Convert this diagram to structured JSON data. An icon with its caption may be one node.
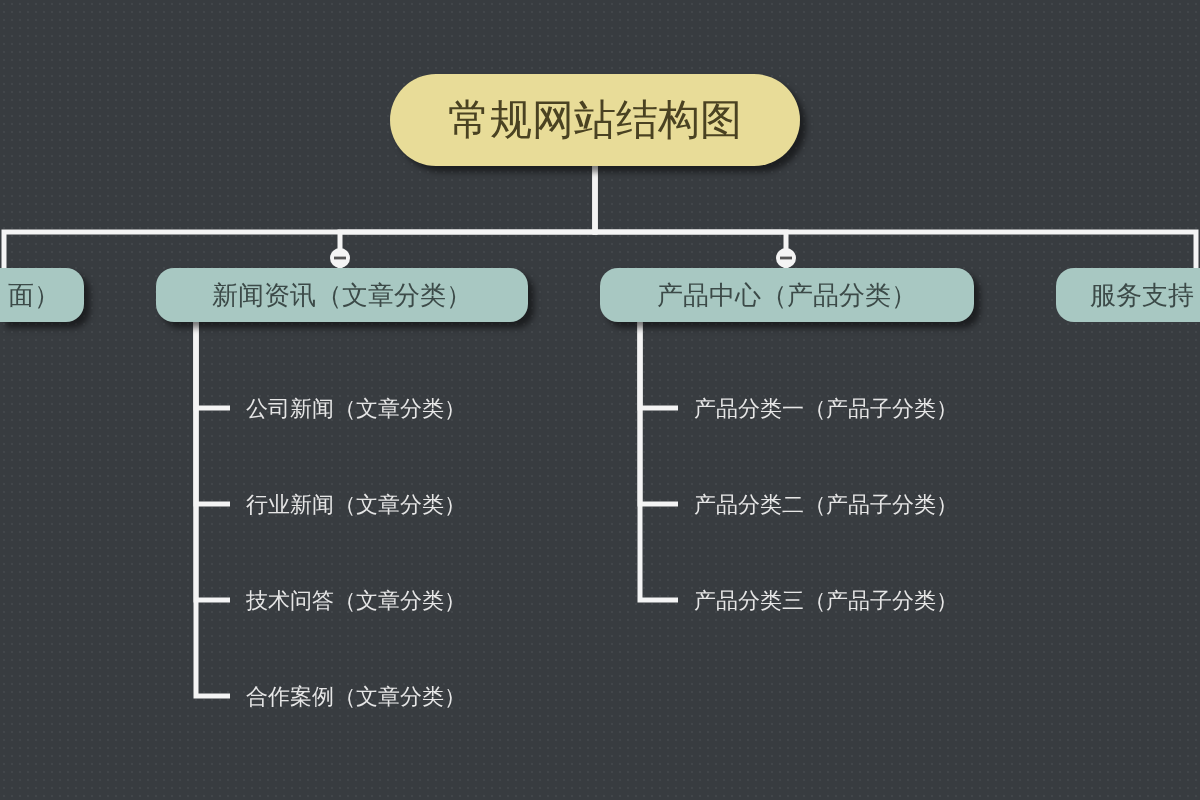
{
  "diagram": {
    "nodes": [
      {
        "text": [
          "常规网站结构图"
        ]
      },
      {
        "text": [
          "面）"
        ]
      },
      {
        "text": [
          "新闻资讯（文章分类）"
        ]
      },
      {
        "text": [
          "产品中心（产品分类）"
        ]
      },
      {
        "text": [
          "服务支持"
        ]
      },
      {
        "text": [
          "公司新闻（文章分类）"
        ]
      },
      {
        "text": [
          "行业新闻（文章分类）"
        ]
      },
      {
        "text": [
          "技术问答（文章分类）"
        ]
      },
      {
        "text": [
          "合作案例（文章分类）"
        ]
      },
      {
        "text": [
          "产品分类一（产品子分类）"
        ]
      },
      {
        "text": [
          "产品分类二（产品子分类）"
        ]
      },
      {
        "text": [
          "产品分类三（产品子分类）"
        ]
      }
    ],
    "edges": [
      {
        "from": 0,
        "to": 1,
        "arrow": "none"
      },
      {
        "from": 0,
        "to": 2,
        "arrow": "other"
      },
      {
        "from": 0,
        "to": 3,
        "arrow": "other"
      },
      {
        "from": 0,
        "to": 4,
        "arrow": "none"
      },
      {
        "from": 2,
        "to": 5,
        "arrow": "none"
      },
      {
        "from": 2,
        "to": 6,
        "arrow": "none"
      },
      {
        "from": 2,
        "to": 7,
        "arrow": "none"
      },
      {
        "from": 2,
        "to": 8,
        "arrow": "none"
      },
      {
        "from": 3,
        "to": 9,
        "arrow": "none"
      },
      {
        "from": 3,
        "to": 10,
        "arrow": "none"
      },
      {
        "from": 3,
        "to": 11,
        "arrow": "none"
      }
    ]
  }
}
